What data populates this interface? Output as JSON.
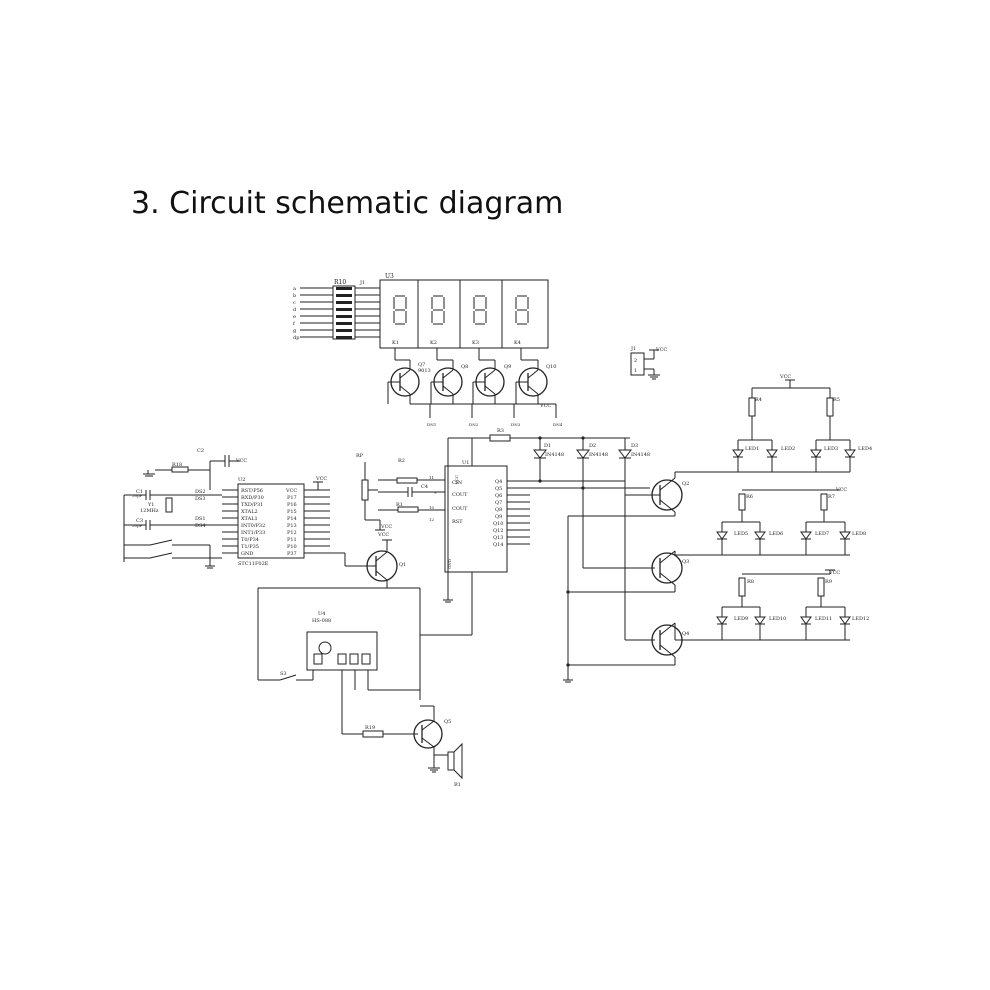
{
  "page": {
    "heading": "3. Circuit schematic diagram"
  },
  "labels": {
    "u3": "U3",
    "r10": "R10",
    "j1_top": "J1",
    "q7": "Q7",
    "q7_part": "9013",
    "q8": "Q8",
    "q9": "Q9",
    "q10": "Q10",
    "j1": "J1",
    "vcc": "VCC",
    "r4": "R4",
    "r5": "R5",
    "r6": "R6",
    "r7": "R7",
    "r8": "R8",
    "r9": "R9",
    "r3": "R3",
    "d1": "D1",
    "d2": "D2",
    "d3": "D3",
    "diode_part": "IN4148",
    "led1": "LED1",
    "led2": "LED2",
    "led3": "LED3",
    "led4": "LED4",
    "led5": "LED5",
    "led6": "LED6",
    "led7": "LED7",
    "led8": "LED8",
    "led9": "LED9",
    "led10": "LED10",
    "led11": "LED11",
    "led12": "LED12",
    "c2": "C2",
    "r18": "R18",
    "c1": "C1",
    "c3": "C3",
    "cap_30pf": "30pF",
    "y1": "Y1",
    "y1_freq": "12MHz",
    "u2": "U2",
    "u2_part": "STC11F02E",
    "rp": "RP",
    "r2": "R2",
    "r1": "R1",
    "c4": "C4",
    "u1": "U1",
    "q1": "Q1",
    "q2": "Q2",
    "q3": "Q3",
    "q4": "Q4",
    "q5": "Q5",
    "u4": "U4",
    "u4_part": "HS-088",
    "s3": "S3",
    "r19": "R19",
    "b1": "B1",
    "u2_left_pins": [
      "RST/P56",
      "RXD/P30",
      "TXD/P31",
      "XTAL2",
      "XTAL1",
      "INT0/P32",
      "INT1/P33",
      "T0/P34",
      "T1/P35",
      "GND"
    ],
    "u2_right_pins": [
      "VCC",
      "P17",
      "P16",
      "P15",
      "P14",
      "P13",
      "P12",
      "P11",
      "P10",
      "P37"
    ],
    "u1_left_pins": [
      "CIN",
      "COUT",
      "COUT",
      "RST"
    ],
    "u1_right_pins": [
      "Q4",
      "Q5",
      "Q6",
      "Q7",
      "Q8",
      "Q9",
      "Q10",
      "Q12",
      "Q13",
      "Q14"
    ],
    "seg_inputs": [
      "a",
      "b",
      "c",
      "d",
      "e",
      "f",
      "g",
      "dp"
    ]
  }
}
